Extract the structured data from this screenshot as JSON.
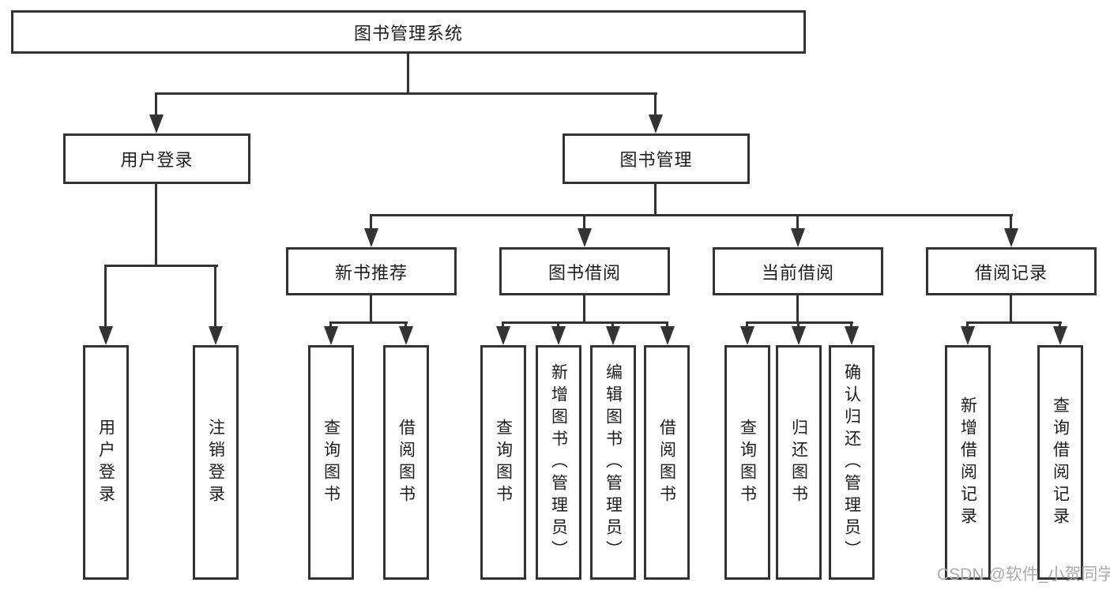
{
  "nodes": {
    "root": "图书管理系统",
    "user_login": "用户登录",
    "book_mgmt": "图书管理",
    "new_book_rec": "新书推荐",
    "book_borrow": "图书借阅",
    "current_borrow": "当前借阅",
    "borrow_record": "借阅记录",
    "leaf_user_login": "用户登录",
    "leaf_logout": "注销登录",
    "leaf_nb_query": "查询图书",
    "leaf_nb_borrow": "借阅图书",
    "leaf_bb_query": "查询图书",
    "leaf_bb_add": "新增图书（管理员）",
    "leaf_bb_edit": "编辑图书（管理员）",
    "leaf_bb_borrow": "借阅图书",
    "leaf_cb_query": "查询图书",
    "leaf_cb_return": "归还图书",
    "leaf_cb_confirm": "确认归还（管理员）",
    "leaf_br_add": "新增借阅记录",
    "leaf_br_query": "查询借阅记录"
  },
  "colors": {
    "line": "#333333",
    "text": "#1d1d1d",
    "watermark": "#ababab"
  },
  "watermark": "CSDN @软件_小贺同学"
}
